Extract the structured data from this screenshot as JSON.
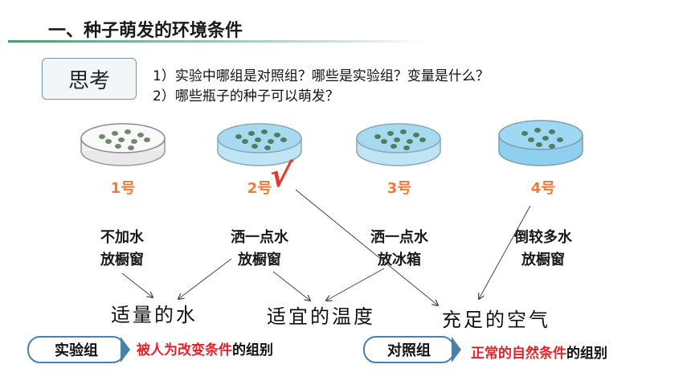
{
  "title": "一、种子萌发的环境条件",
  "think_label": "思考",
  "questions": [
    "1）实验中哪组是对照组？哪些是实验组？变量是什么？",
    "2）哪些瓶子的种子可以萌发？"
  ],
  "dishes": [
    {
      "label": "1号",
      "condition_line1": "不加水",
      "condition_line2": "放橱窗",
      "water": "none"
    },
    {
      "label": "2号",
      "condition_line1": "洒一点水",
      "condition_line2": "放橱窗",
      "water": "little"
    },
    {
      "label": "3号",
      "condition_line1": "洒一点水",
      "condition_line2": "放冰箱",
      "water": "little"
    },
    {
      "label": "4号",
      "condition_line1": "倒较多水",
      "condition_line2": "放橱窗",
      "water": "much"
    }
  ],
  "checkmark": "√",
  "factors": [
    "适量的水",
    "适宜的温度",
    "充足的空气"
  ],
  "experimental_group": {
    "label": "实验组",
    "def_red": "被人为改变条件",
    "def_black": "的组别"
  },
  "control_group": {
    "label": "对照组",
    "def_red": "正常的自然条件",
    "def_black": "的组别"
  },
  "colors": {
    "accent_orange": "#f07a3a",
    "red": "#e5232b",
    "check_red": "#e53a2b",
    "pill_border": "#4a7fa8",
    "water_blue": "#8fd0ee"
  }
}
